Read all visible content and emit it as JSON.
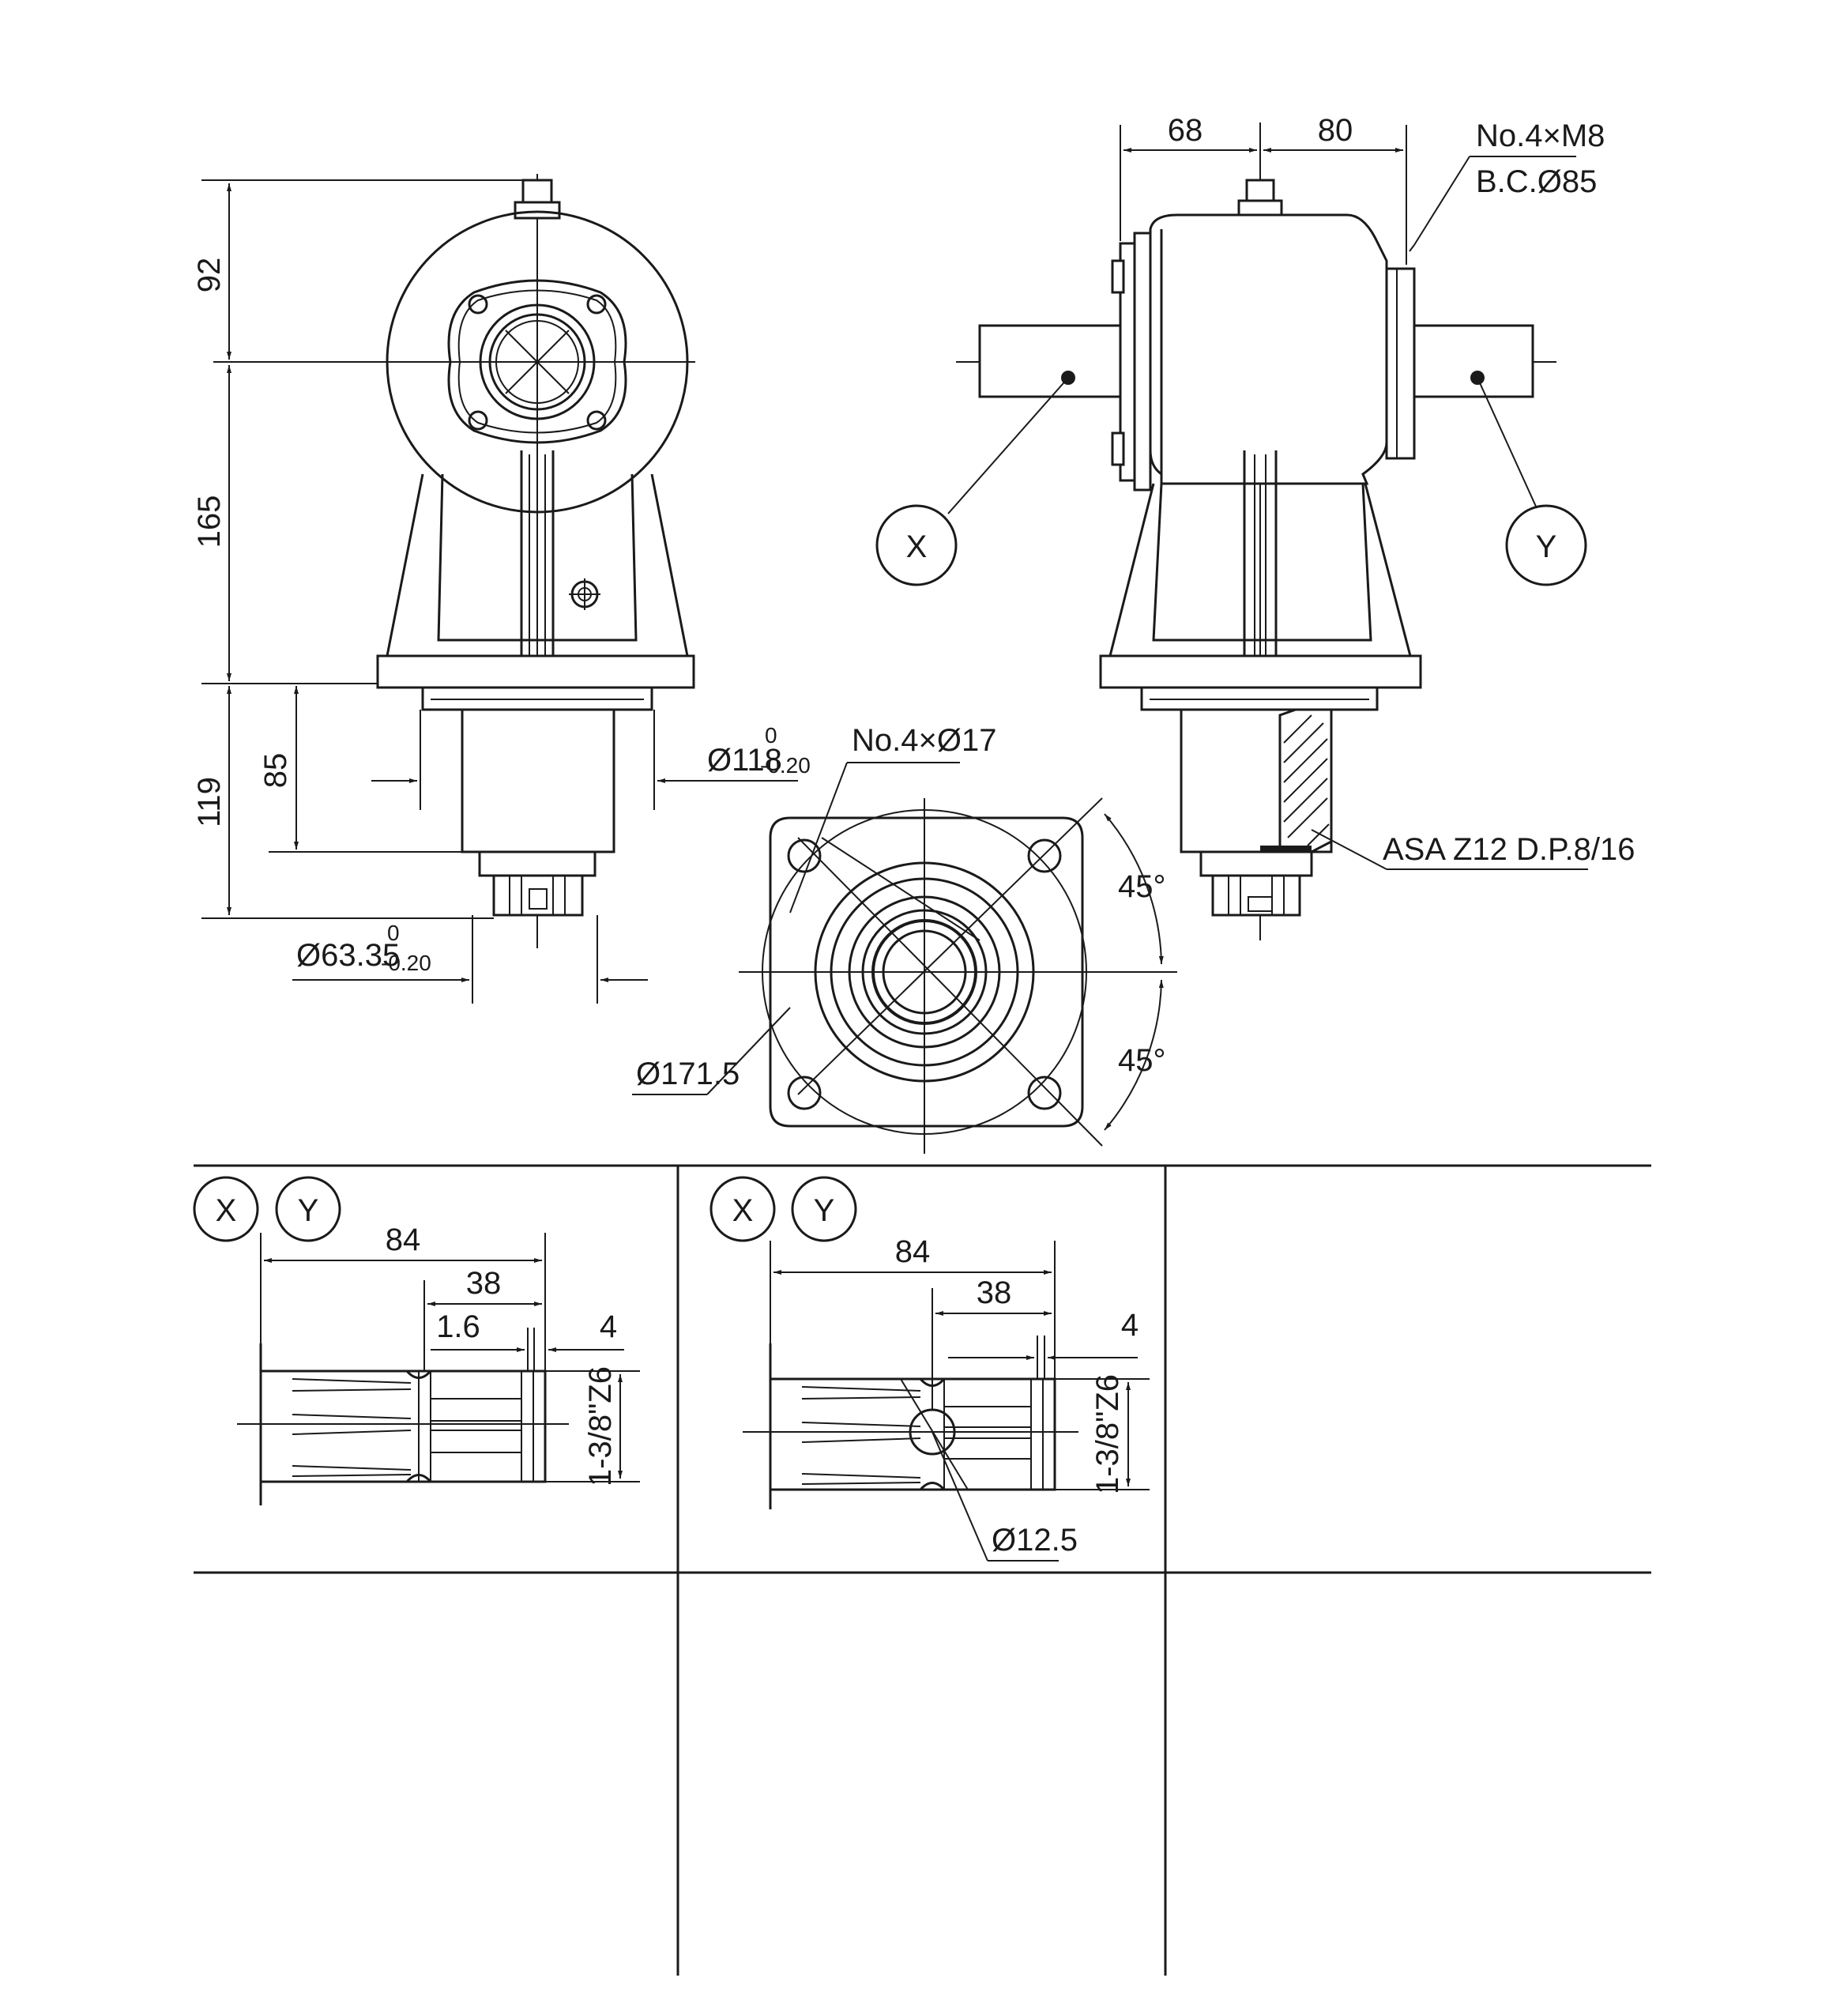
{
  "front_view": {
    "dim_top": "92",
    "dim_mid": "165",
    "dim_bottom": "119",
    "dim_inner": "85",
    "shaft_diameter": "Ø118",
    "shaft_tol_upper": "0",
    "shaft_tol_lower": "-0.20",
    "spline_diameter": "Ø63.35",
    "spline_tol_upper": "0",
    "spline_tol_lower": "-0.20"
  },
  "side_view": {
    "dim_left": "68",
    "dim_right": "80",
    "bolt_note_line1": "No.4×M8",
    "bolt_note_line2": "B.C.Ø85",
    "label_x": "X",
    "label_y": "Y",
    "spline_note": "ASA Z12 D.P.8/16"
  },
  "bottom_view": {
    "hole_note": "No.4×Ø17",
    "bolt_circle": "Ø171.5",
    "angle_top": "45°",
    "angle_bottom": "45°"
  },
  "detail_1": {
    "label_x": "X",
    "label_y": "Y",
    "dim_total": "84",
    "dim_part": "38",
    "dim_groove": "1.6",
    "dim_end": "4",
    "spline_spec": "1-3/8\"Z6"
  },
  "detail_2": {
    "label_x": "X",
    "label_y": "Y",
    "dim_total": "84",
    "dim_part": "38",
    "dim_end": "4",
    "spline_spec": "1-3/8\"Z6",
    "hole_diameter": "Ø12.5"
  }
}
